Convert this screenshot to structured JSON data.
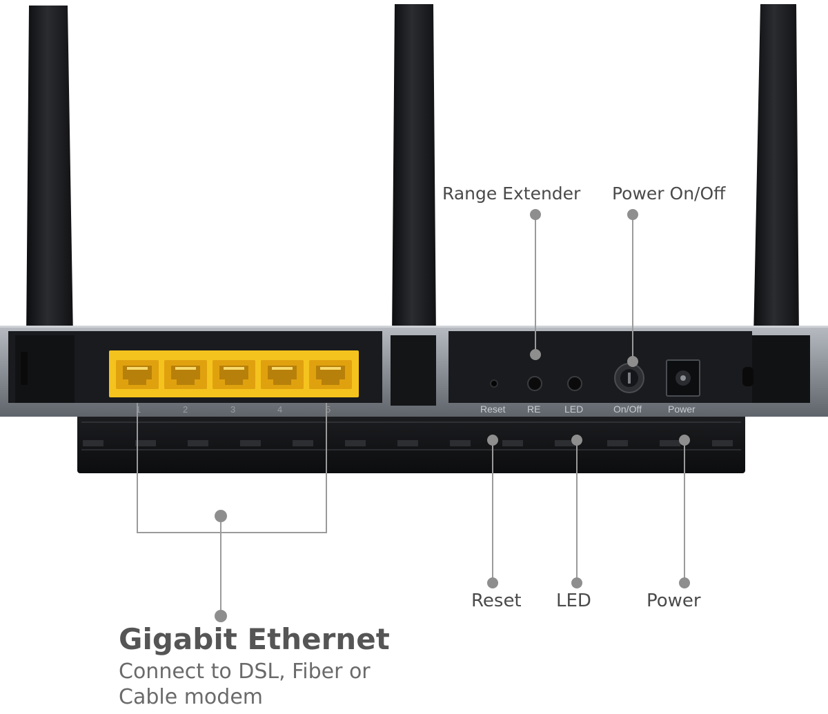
{
  "callouts": {
    "range_extender": "Range Extender",
    "power_on_off": "Power On/Off",
    "reset": "Reset",
    "led": "LED",
    "power": "Power"
  },
  "ports": [
    "1",
    "2",
    "3",
    "4",
    "5"
  ],
  "panel_labels": {
    "reset": "Reset",
    "re": "RE",
    "led": "LED",
    "on_off": "On/Off",
    "power": "Power"
  },
  "feature": {
    "title": "Gigabit Ethernet",
    "description_line1": "Connect to DSL, Fiber or",
    "description_line2": "Cable modem"
  },
  "colors": {
    "port_yellow": "#f5c31d",
    "router_black": "#1b1c1f",
    "bezel_silver": "#8d9299",
    "callout_gray": "#8e8e8e"
  }
}
